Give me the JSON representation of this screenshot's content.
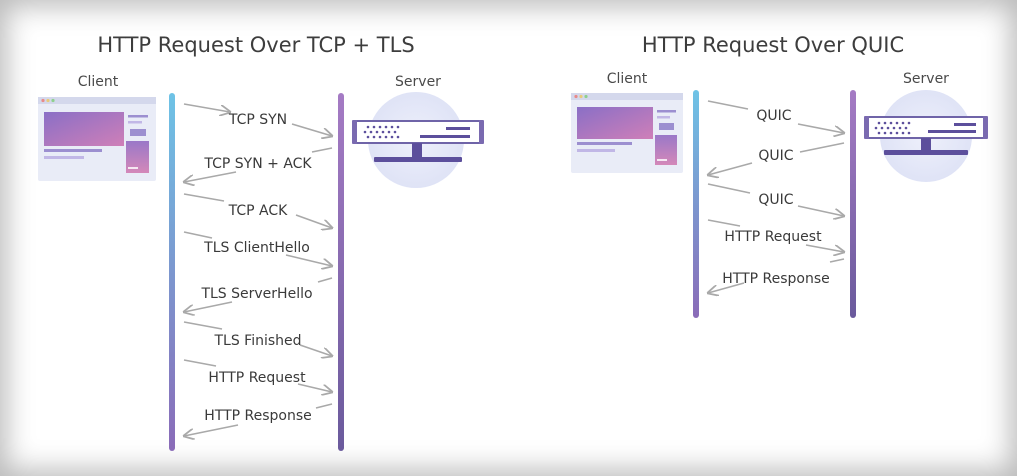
{
  "left_panel": {
    "title": "HTTP Request Over TCP + TLS",
    "client_label": "Client",
    "server_label": "Server",
    "messages": [
      {
        "label": "TCP SYN",
        "direction": "to-server"
      },
      {
        "label": "TCP SYN + ACK",
        "direction": "to-client"
      },
      {
        "label": "TCP ACK",
        "direction": "to-server"
      },
      {
        "label": "TLS ClientHello",
        "direction": "to-server"
      },
      {
        "label": "TLS ServerHello",
        "direction": "to-client"
      },
      {
        "label": "TLS Finished",
        "direction": "to-server"
      },
      {
        "label": "HTTP Request",
        "direction": "to-server"
      },
      {
        "label": "HTTP Response",
        "direction": "to-client"
      }
    ]
  },
  "right_panel": {
    "title": "HTTP Request Over QUIC",
    "client_label": "Client",
    "server_label": "Server",
    "messages": [
      {
        "label": "QUIC",
        "direction": "to-server"
      },
      {
        "label": "QUIC",
        "direction": "to-client"
      },
      {
        "label": "QUIC",
        "direction": "to-server"
      },
      {
        "label": "HTTP Request",
        "direction": "to-server"
      },
      {
        "label": "HTTP Response",
        "direction": "to-client"
      }
    ]
  },
  "colors": {
    "lifeline_top": "#6ec3e6",
    "lifeline_bottom": "#8a6bb8",
    "server_lifeline_top": "#a57bc4",
    "server_lifeline_bottom": "#6a5a9c",
    "arrow": "#a9a9a9",
    "text": "#3a3a3a"
  }
}
